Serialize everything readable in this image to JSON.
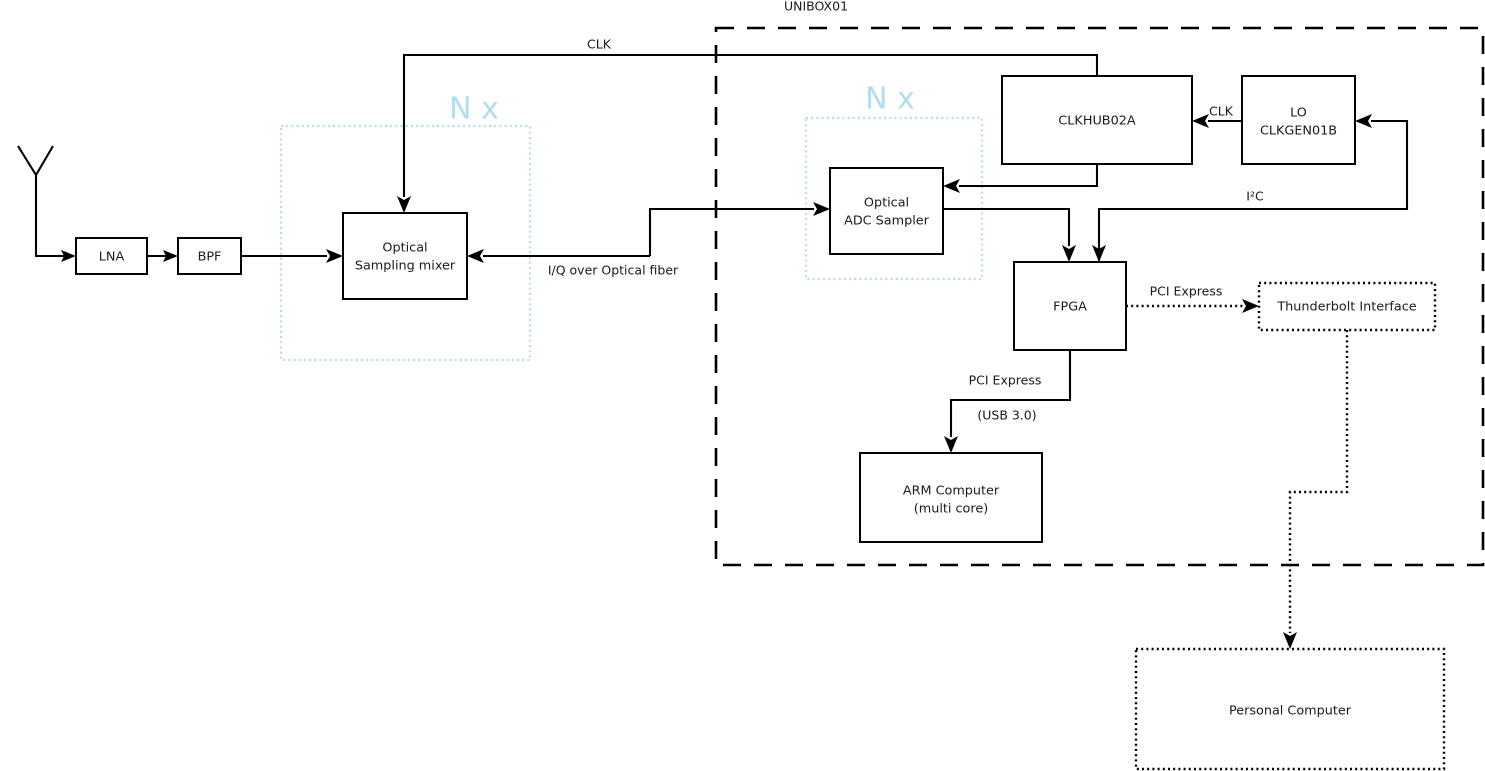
{
  "diagram": {
    "title": "UNIBOX01",
    "colors": {
      "line": "#000000",
      "group_accent": "#b2dcef",
      "background": "#ffffff"
    },
    "blocks": {
      "lna": "LNA",
      "bpf": "BPF",
      "mixer_line1": "Optical",
      "mixer_line2": "Sampling mixer",
      "adc_line1": "Optical",
      "adc_line2": "ADC Sampler",
      "clkhub": "CLKHUB02A",
      "lo_line1": "LO",
      "lo_line2": "CLKGEN01B",
      "fpga": "FPGA",
      "arm_line1": "ARM Computer",
      "arm_line2": "(multi core)",
      "thunderbolt": "Thunderbolt Interface",
      "pc": "Personal Computer"
    },
    "group_labels": {
      "nx_left": "N x",
      "nx_right": "N x"
    },
    "edge_labels": {
      "clk_top": "CLK",
      "iq_fiber": "I/Q over Optical fiber",
      "clk_lo": "CLK",
      "i2c": "I²C",
      "pcie_thunderbolt": "PCI Express",
      "pcie_arm": "PCI Express",
      "usb3": "(USB 3.0)"
    }
  }
}
